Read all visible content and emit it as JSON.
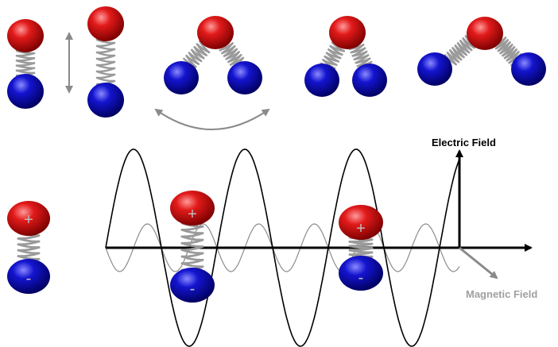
{
  "labels": {
    "electric_field": "Electric Field",
    "magnetic_field": "Magnetic Field"
  },
  "signs": {
    "positive": "+",
    "negative": "-"
  },
  "colors": {
    "positive_atom": "#d40000",
    "negative_atom": "#0b0bbf",
    "spring": "#9a9a9a",
    "electric_wave": "#000000",
    "magnetic_wave": "#8c8c8c",
    "magnetic_label": "#a0a0a0",
    "arrow": "#8a8a8a"
  },
  "icons": {
    "stretch_arrow": "double-headed-vertical-arrow",
    "bend_arrow": "double-headed-curved-arrow"
  }
}
